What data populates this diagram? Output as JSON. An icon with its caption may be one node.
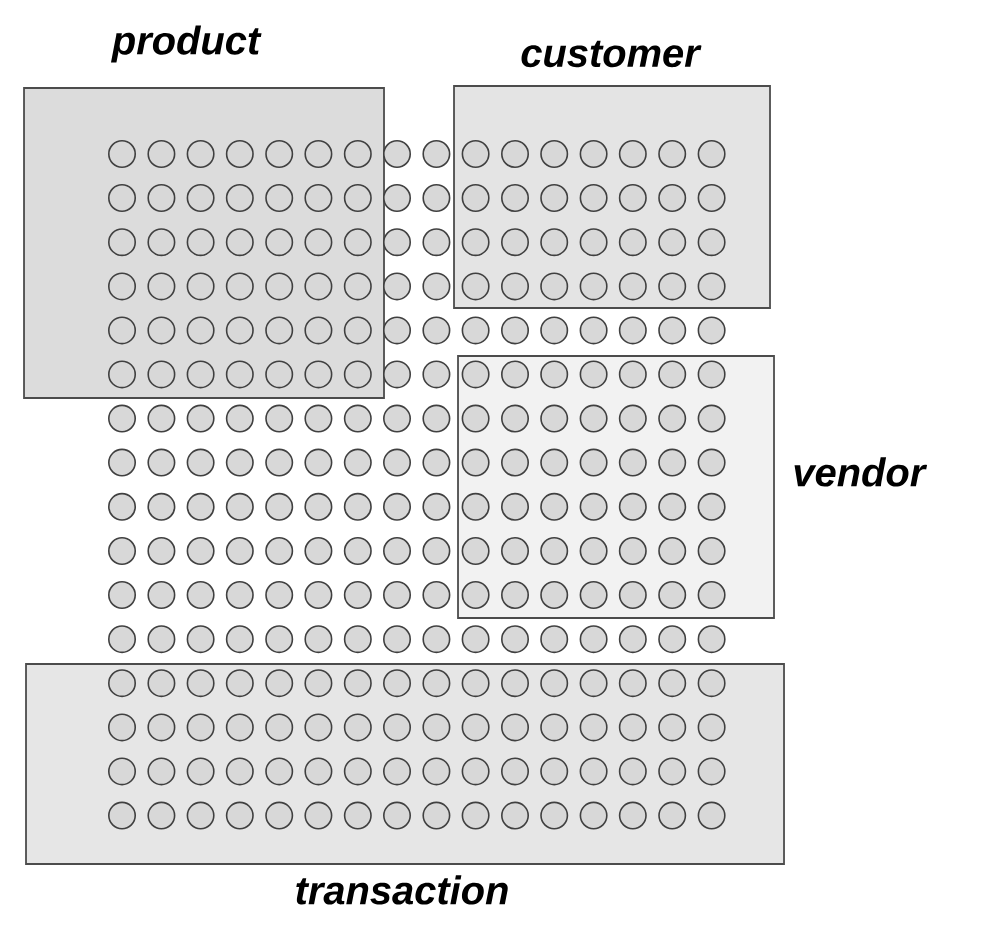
{
  "diagram": {
    "nodes": [
      {
        "text": [
          "product"
        ]
      },
      {
        "text": [
          "customer"
        ]
      },
      {
        "text": [
          "vendor"
        ]
      },
      {
        "text": [
          "transaction"
        ]
      }
    ]
  }
}
